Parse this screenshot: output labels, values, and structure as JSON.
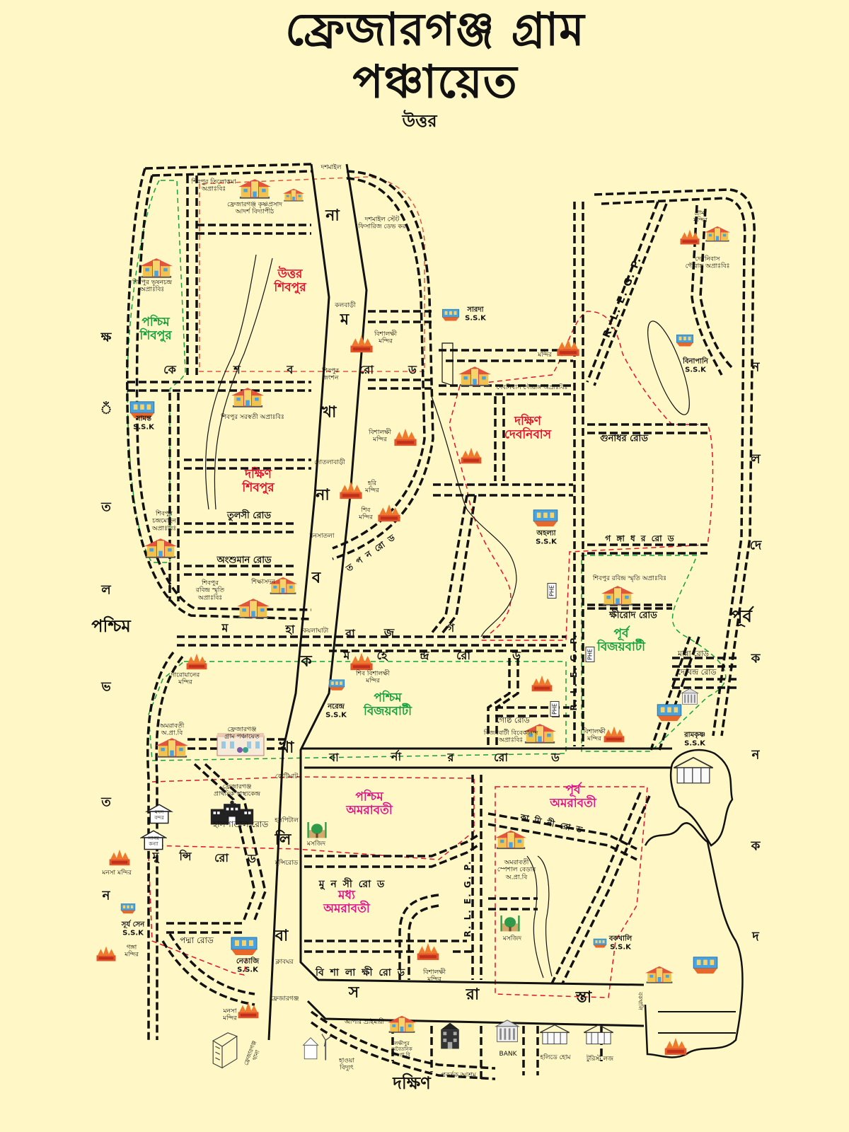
{
  "title": "ফ্রেজারগঞ্জ গ্রাম পঞ্চায়েত",
  "directions": {
    "north": "উত্তর",
    "south": "দক্ষিণ",
    "west": "পশ্চিম",
    "east": "পূর্ব"
  },
  "colors": {
    "background": "#fff8c6",
    "mouza_red": "#e2112b",
    "mouza_green": "#13a13b",
    "mouza_magenta": "#e0148a",
    "road": "#111111"
  },
  "regions": [
    "উত্তর\nশিবপুর",
    "পশ্চিম\nশিবপুর",
    "দক্ষিণ\nশিবপুর",
    "দক্ষিণ\nদেবনিবাস",
    "পূর্ব\nবিজয়বাটী",
    "পশ্চিম\nবিজয়বাটী",
    "পশ্চিম\nঅমরাবতী",
    "পূর্ব\nঅমরাবতী",
    "মধ্য\nঅমরাবতী"
  ],
  "main_road_letters": [
    "না",
    "ম",
    "খা",
    "না",
    "ব",
    "ক",
    "খা",
    "লি",
    "বা"
  ],
  "roads": {
    "keshab": [
      "কে",
      "শ",
      "ব",
      "রো",
      "ড"
    ],
    "maharajganj": [
      "ম",
      "হা",
      "রা",
      "জ",
      "গ"
    ],
    "mahendra": [
      "ম",
      "হে",
      "ন্দ্র",
      "রো",
      "ড"
    ],
    "barnar": [
      "বা",
      "র্না",
      "র",
      "রো",
      "ড"
    ],
    "munshi": [
      "মু",
      "ন্সি",
      "রো",
      "ড"
    ],
    "munsi2": "মু ন সী রো ড",
    "bishalakshi": "বি শা লা ক্ষী রো ড",
    "sarasta": [
      "স",
      "রা",
      "স্তা"
    ],
    "tulsi": "তুলসী রোড",
    "anshuman": "অংশুমান রোড",
    "gunadhar": "গুনাধর রোড",
    "gangadhar": "গ ঙ্গা ধ র রো ড",
    "khirod": "ক্ষীরোদ রোড",
    "manna": "মান্না রোড",
    "debendra": "দেবেন্দ্র রোড",
    "gostha": "গোষ্ঠ রোড",
    "hospital": "হাসপাতাল রোড",
    "padma": "পদ্মা রোড",
    "kamini": "কা মি নী রো ড",
    "tapan": "ত প ন রো ড",
    "rlegp": "R. L. E. G. P."
  },
  "margin_letters": {
    "west": [
      "ক্ষ",
      "ঁ",
      "ত",
      "ল",
      "ভ",
      "ত",
      "ন"
    ],
    "east": [
      "ন",
      "ল",
      "দে",
      "ক",
      "ন",
      "ক",
      "দ"
    ]
  },
  "phe_labels": [
    "PHE",
    "PHE",
    "PHE"
  ],
  "landmarks": [
    {
      "label": "শিবপুর তিলোত্তমা\nঅপ্রাঃবিঃ",
      "icon": "school"
    },
    {
      "label": "ফ্রেজারগঞ্জ কৃষ্ণপ্রসাদ\nআদর্শ বিদ্যাপীঠ",
      "icon": "high-school"
    },
    {
      "label": "শিবপুর ভূষনচন্দ্র\nঅপ্রাঃবিঃ",
      "icon": "school"
    },
    {
      "label": "দশমাইল",
      "icon": ""
    },
    {
      "label": "দশমাইল স্টেট\nফিসারিজ ডেভ কর",
      "icon": ""
    },
    {
      "label": "কলবাড়ী",
      "icon": ""
    },
    {
      "label": "বিশালক্ষী\nমন্দির",
      "icon": "temple"
    },
    {
      "label": "শিবপুর\nজংশন",
      "icon": ""
    },
    {
      "label": "সারদা\nS.S.K",
      "icon": "ssk"
    },
    {
      "label": "মন্দির",
      "icon": "temple"
    },
    {
      "label": "দেবনিবাস গৌরাঙ্গ অপ্রাঃবিঃ",
      "icon": "school"
    },
    {
      "label": "গ্রাম্য\nমন্দির",
      "icon": "temple"
    },
    {
      "label": "দেবনিবাস\nগৌরাঙ্গ অপ্রাঃবিঃ",
      "icon": "school"
    },
    {
      "label": "বিনাপানি\nS.S.K",
      "icon": "ssk"
    },
    {
      "label": "শিবপুর সরস্বতী অপ্রাঃবিঃ",
      "icon": "school"
    },
    {
      "label": "সামন্ত\nS.S.K",
      "icon": "ssk"
    },
    {
      "label": "বিশালক্ষী\nমন্দির",
      "icon": "temple"
    },
    {
      "label": "দোতলাবাড়ী",
      "icon": ""
    },
    {
      "label": "হরি\nমন্দির",
      "icon": "temple"
    },
    {
      "label": "শিব\nমন্দির",
      "icon": "temple"
    },
    {
      "label": "মনসাতলা",
      "icon": ""
    },
    {
      "label": "অহল্যা\nS.S.K",
      "icon": "ssk"
    },
    {
      "label": "শিবপুর\nচন্দ্রমোহন\nঅপ্রাঃবিঃ",
      "icon": "school"
    },
    {
      "label": "শিবপুর\nরবিন্দ্র স্মৃতি\nঅপ্রাঃবিঃ",
      "icon": "school"
    },
    {
      "label": "শিক্ষাসদন",
      "icon": "high-school"
    },
    {
      "label": "কয়লাঘাটা",
      "icon": ""
    },
    {
      "label": "শিবপুর রবিন্দ্র স্মৃতি অপ্রাঃবিঃ",
      "icon": "school"
    },
    {
      "label": "দারোয়ানের\nমন্দির",
      "icon": "temple"
    },
    {
      "label": "শিব বিশালক্ষী\nমন্দির",
      "icon": "temple"
    },
    {
      "label": "নরেন্দ্র\nS.S.K",
      "icon": "ssk"
    },
    {
      "label": "বিজয়বাটী বিবেকানন্দ\nঅপ্রাঃবিঃ",
      "icon": "school"
    },
    {
      "label": "বিশালক্ষী\nমন্দির",
      "icon": "temple"
    },
    {
      "label": "রামকৃষ্ণ\nS.S.K",
      "icon": "ssk"
    },
    {
      "label": "অমরাবতী\nঅ.প্রা.বি",
      "icon": "school"
    },
    {
      "label": "ফ্রেজারগঞ্জ\nগ্রাম পঞ্চায়েত",
      "icon": "panchayat"
    },
    {
      "label": "জেটিঘাট",
      "icon": ""
    },
    {
      "label": "ফ্রেজারগঞ্জ\nপ্রাথমিক স্বাস্থ্যকেন্দ্র",
      "icon": "hospital"
    },
    {
      "label": "মৎস\nবন্দর",
      "icon": "house"
    },
    {
      "label": "সাগর\nকন্যা",
      "icon": "house"
    },
    {
      "label": "হসপিটাল",
      "icon": ""
    },
    {
      "label": "মসজিদ",
      "icon": "mosque"
    },
    {
      "label": "মনসা মন্দির",
      "icon": "temple"
    },
    {
      "label": "মুন্সিরোড",
      "icon": ""
    },
    {
      "label": "অমরাবতী\nস্পেশাল বেডার\nঅ.প্রা.বি",
      "icon": "school"
    },
    {
      "label": "মসজিদ",
      "icon": "mosque"
    },
    {
      "label": "বকখালি\nS.S.K",
      "icon": "ssk"
    },
    {
      "label": "সূর্য সেন\nS.S.K",
      "icon": "ssk"
    },
    {
      "label": "গঙ্গা\nমন্দির",
      "icon": "temple"
    },
    {
      "label": "নেতাজি\nS.S.K",
      "icon": "ssk"
    },
    {
      "label": "ক্লাবঘর",
      "icon": ""
    },
    {
      "label": "বিশালক্ষী\nমন্দির",
      "icon": "temple"
    },
    {
      "label": "ফ্রেজারগঞ্জ",
      "icon": ""
    },
    {
      "label": "মনসা\nমন্দির",
      "icon": "temple"
    },
    {
      "label": "আপার প্রাইমারী",
      "icon": ""
    },
    {
      "label": "লক্ষীপুর\nঅবৈতনিক\nঅ.প্রা.বি",
      "icon": "school"
    },
    {
      "label": "প্রবর্তক আশ্রম",
      "icon": "ashram"
    },
    {
      "label": "BANK",
      "icon": "bank"
    },
    {
      "label": "হলিডে হোম",
      "icon": "holiday-home"
    },
    {
      "label": "টুরিস্ট লজ",
      "icon": "holiday-home"
    },
    {
      "label": "হাওয়া\nবিদ্যুৎ",
      "icon": "windmill"
    },
    {
      "label": "ফ্রেজারগঞ্জ\nথানা",
      "icon": "police-station"
    },
    {
      "label": "বকখালি",
      "icon": ""
    }
  ]
}
